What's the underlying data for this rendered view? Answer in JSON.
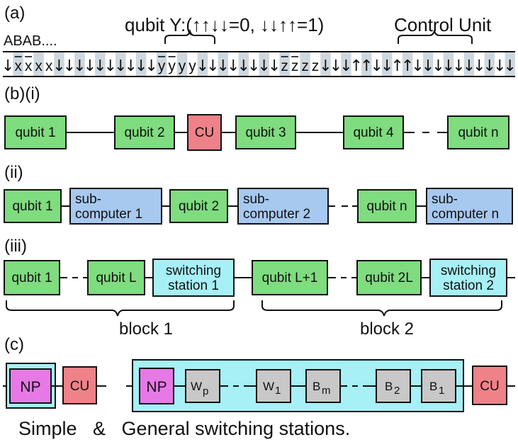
{
  "panel_a": {
    "label": "(a)",
    "abab": "ABAB....",
    "qubit_y": "qubit Y:(↑↑↓↓=0, ↓↓↑↑=1)",
    "control_unit": "Control Unit",
    "x_letters": [
      "x",
      "x",
      "x",
      "x"
    ],
    "y_letters": [
      "y",
      "y",
      "y",
      "y"
    ],
    "z_letters": [
      "z",
      "z",
      "z",
      "z"
    ],
    "spin_down": "↓",
    "spin_up": "↑"
  },
  "panel_b": {
    "label": "(b)(i)",
    "row_i": [
      "qubit 1",
      "qubit 2",
      "CU",
      "qubit 3",
      "qubit 4",
      "qubit n"
    ],
    "label_ii": "(ii)",
    "row_ii": {
      "q1": "qubit 1",
      "sub1_line1": "sub-",
      "sub1_line2": "computer 1",
      "q2": "qubit 2",
      "sub2_line1": "sub-",
      "sub2_line2": "computer 2",
      "qn": "qubit n",
      "subn_line1": "sub-",
      "subn_line2": "computer n"
    },
    "label_iii": "(iii)",
    "row_iii": {
      "q1": "qubit 1",
      "qL": "qubit L",
      "ss1_line1": "switching",
      "ss1_line2": "station 1",
      "qL1": "qubit L+1",
      "q2L": "qubit 2L",
      "ss2_line1": "switching",
      "ss2_line2": "station 2"
    },
    "block1": "block 1",
    "block2": "block 2"
  },
  "panel_c": {
    "label": "(c)",
    "np": "NP",
    "cu": "CU",
    "wp_main": "W",
    "wp_sub": "p",
    "w1_main": "W",
    "w1_sub": "1",
    "bm_main": "B",
    "bm_sub": "m",
    "b2_main": "B",
    "b2_sub": "2",
    "b1_main": "B",
    "b1_sub": "1",
    "caption": "Simple   &   General switching stations."
  },
  "colors": {
    "qubit": "#7fdc7f",
    "cu": "#ef8189",
    "subcomputer": "#a7c8ef",
    "switching": "#a6f0f6",
    "np": "#e779e7",
    "gray": "#c8c8c8",
    "stripe": "#cfd8de"
  }
}
